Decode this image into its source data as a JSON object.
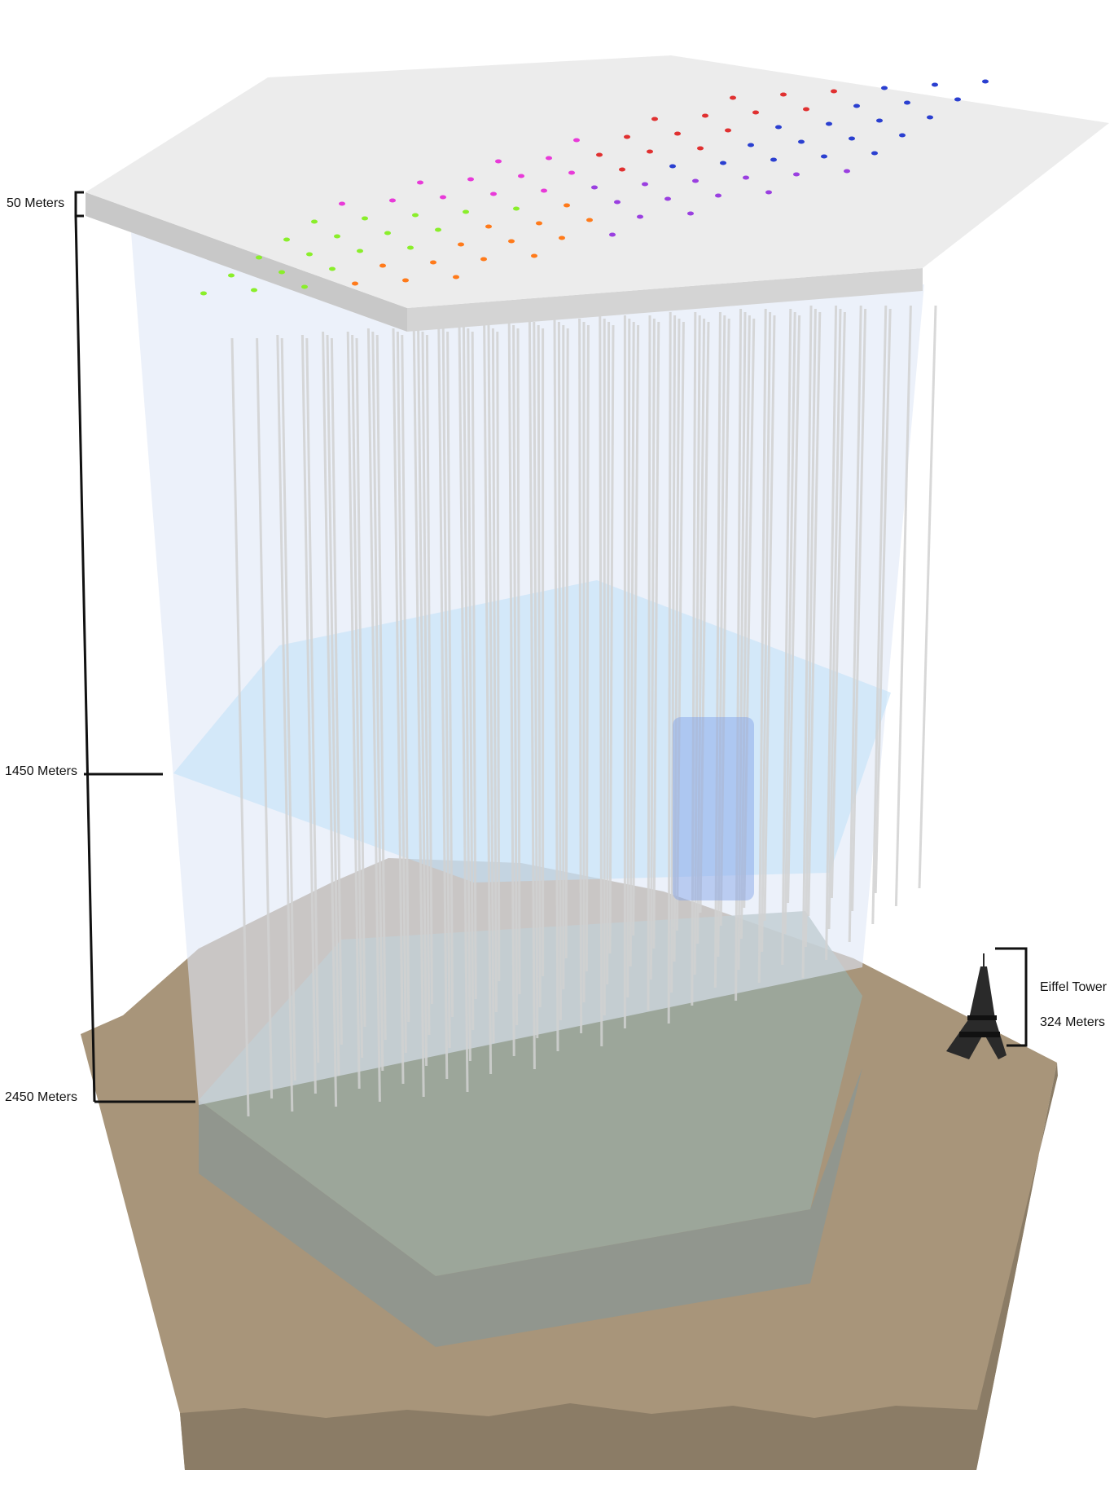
{
  "depth_labels": {
    "top": "50 Meters",
    "middle": "1450 Meters",
    "bottom": "2450 Meters"
  },
  "comparison": {
    "name": "Eiffel Tower",
    "height": "324 Meters"
  },
  "colors": {
    "surface": "#e6e6e6",
    "ice_volume": "#e8eef8",
    "dust_layer": "#cfe8f8",
    "ground": "#a8957a",
    "bedrock": "#8f9e98",
    "deepcore": "#7f9fe6",
    "string": "#d2d2d2"
  }
}
